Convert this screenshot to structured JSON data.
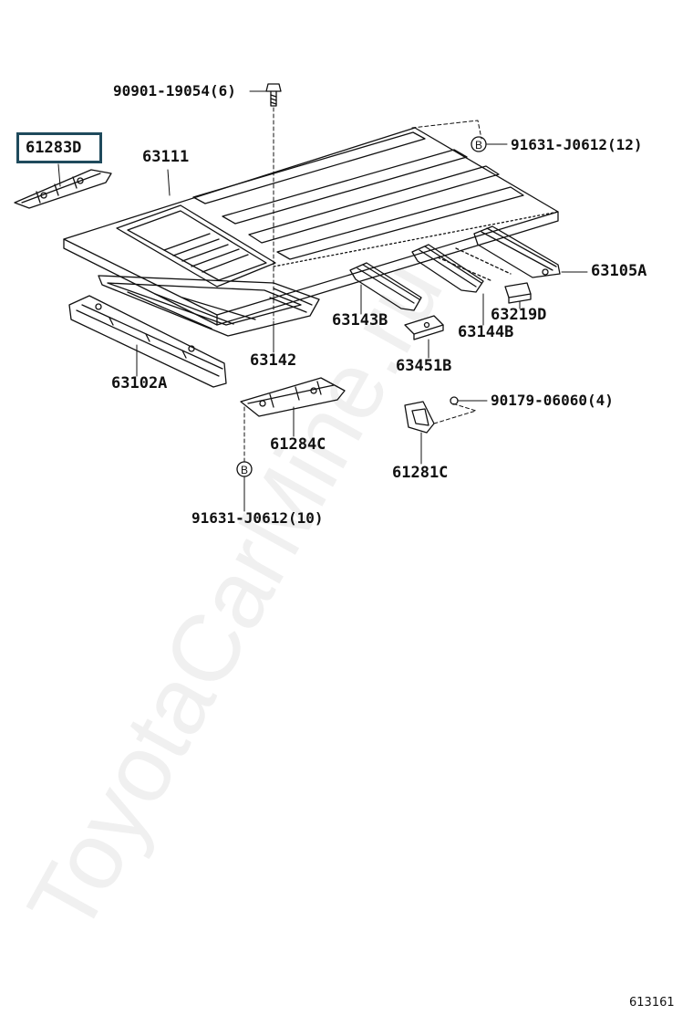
{
  "parts": {
    "p61283d": "61283D",
    "p63111": "63111",
    "p90901": "90901-19054(6)",
    "p91631top": "91631-J0612(12)",
    "p63105a": "63105A",
    "p63143b": "63143B",
    "p63219d": "63219D",
    "p63144b": "63144B",
    "p63142": "63142",
    "p63102a": "63102A",
    "p63451b": "63451B",
    "p90179": "90179-06060(4)",
    "p61284c": "61284C",
    "p61281c": "61281C",
    "p91631bot": "91631-J0612(10)"
  },
  "callouts": {
    "b_top": "B",
    "b_bottom": "B"
  },
  "highlight_color": "#1f4a5c",
  "watermark": "ToyotaCarMine.ru",
  "figure_number": "613161"
}
